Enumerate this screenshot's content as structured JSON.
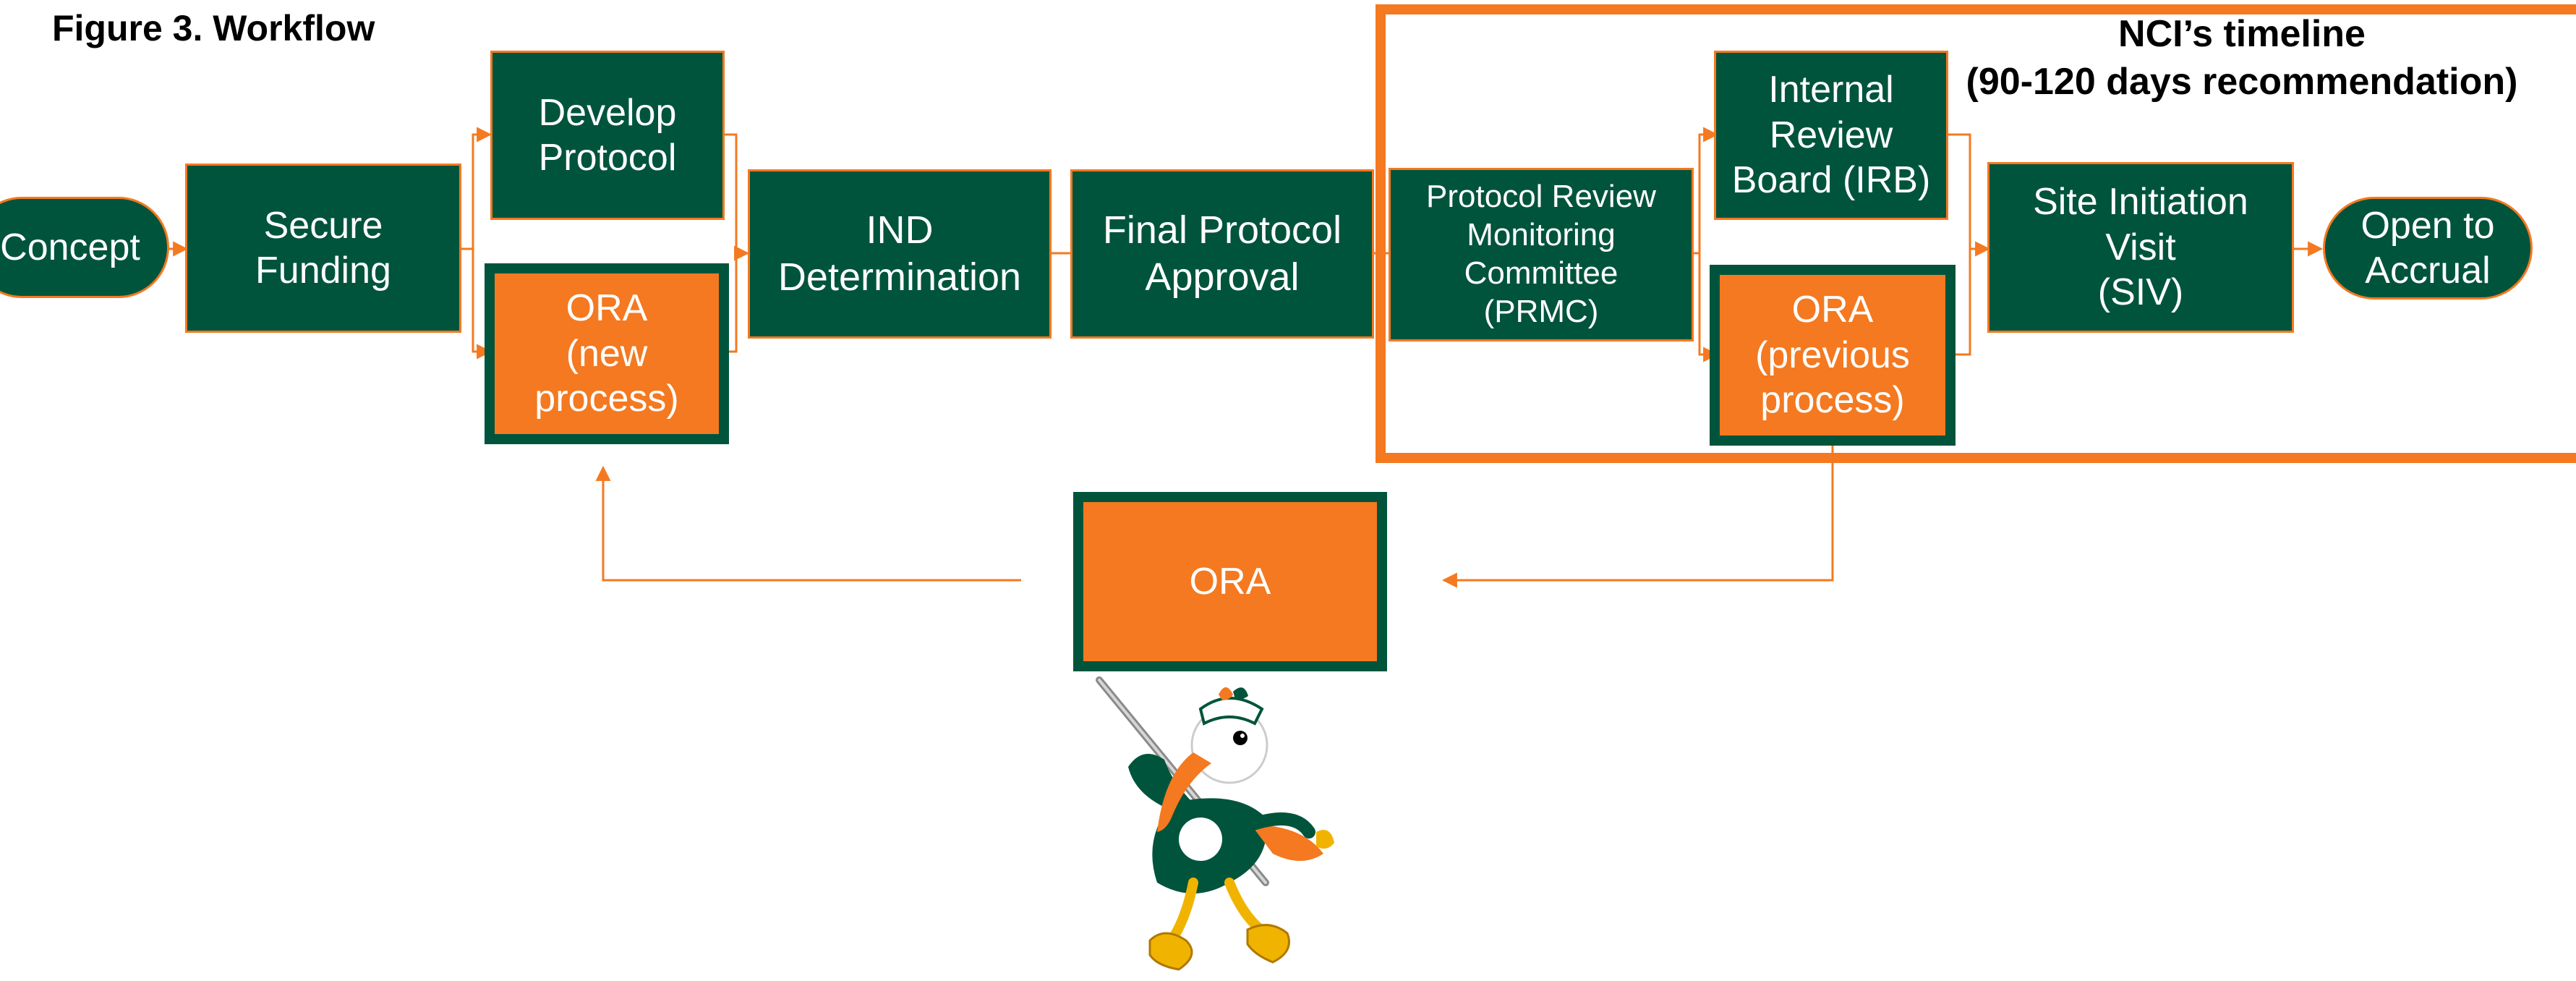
{
  "figure_title": "Figure 3. Workflow",
  "nci_timeline": {
    "line1": "NCI’s timeline",
    "line2": "(90-120 days recommendation)"
  },
  "steps": {
    "concept": "Concept",
    "secure_funding": "Secure\nFunding",
    "develop_protocol": "Develop\nProtocol",
    "ora_new": "ORA\n(new\nprocess)",
    "ind_determination": "IND\nDetermination",
    "final_protocol_approval": "Final Protocol\nApproval",
    "prmc": "Protocol Review\nMonitoring\nCommittee\n(PRMC)",
    "irb": "Internal\nReview\nBoard (IRB)",
    "ora_previous": "ORA\n(previous\nprocess)",
    "siv": "Site Initiation\nVisit\n(SIV)",
    "open_to_accrual": "Open to\nAccrual",
    "ora_center": "ORA"
  },
  "colors": {
    "green": "#00543c",
    "orange": "#f47920"
  },
  "icons": {
    "mascot": "ibis-mascot-icon"
  }
}
